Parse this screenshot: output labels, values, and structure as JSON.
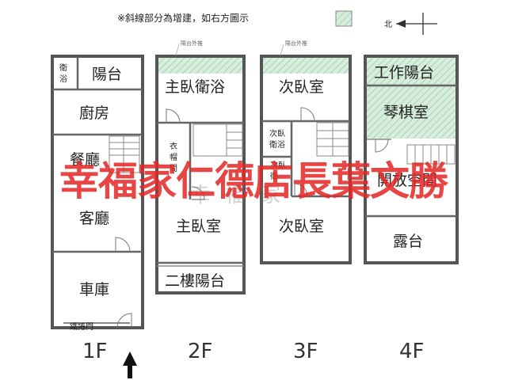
{
  "legend": {
    "note": "※斜線部分為增建，如右方圖示",
    "north": "北",
    "colors": {
      "hatch_fill": "#d8eedd",
      "hatch_stroke": "#a9cfb4",
      "wall": "#555555",
      "watermark": "#e52626"
    }
  },
  "floors": {
    "f1": {
      "label": "1F",
      "rooms": {
        "bath": "衛浴",
        "balcony": "陽台",
        "kitchen": "廚房",
        "dining": "餐廳",
        "living": "客廳",
        "garage": "車庫"
      },
      "door_note": "鐵捲門"
    },
    "f2": {
      "label": "2F",
      "note": "陽台外推",
      "rooms": {
        "master_bath": "主臥衛浴",
        "closet": "衣帽間",
        "master": "主臥室",
        "balcony": "二樓陽台"
      }
    },
    "f3": {
      "label": "3F",
      "note": "陽台外推",
      "rooms": {
        "top": "次臥室",
        "bath": "次臥衛浴",
        "small": "次臥衛",
        "bottom": "次臥室"
      }
    },
    "f4": {
      "label": "4F",
      "rooms": {
        "work_balcony": "工作陽台",
        "piano": "琴棋室",
        "open": "開放空間",
        "terrace": "露台"
      }
    }
  },
  "watermark": "幸福家仁德店長葉文勝",
  "ghost_watermark": "幸福家"
}
